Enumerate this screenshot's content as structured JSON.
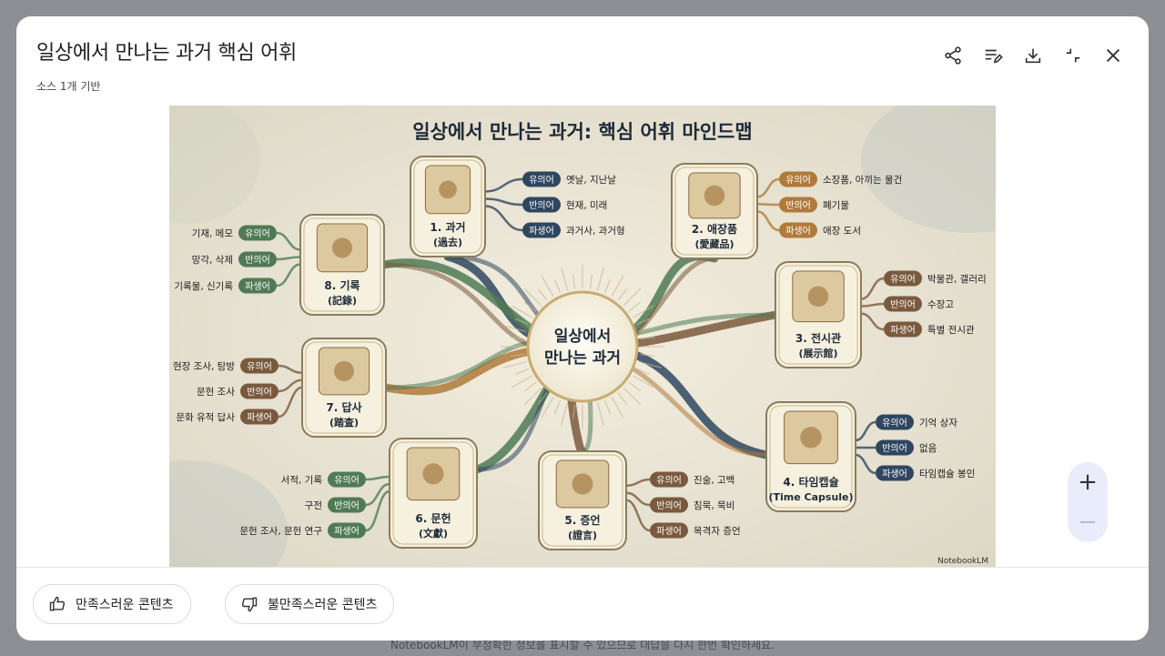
{
  "footer_disclaimer": "NotebookLM이 부정확한 정보를 표시할 수 있으므로 대답을 다시 한번 확인하세요.",
  "modal": {
    "title": "일상에서 만나는 과거 핵심 어휘",
    "subtitle": "소스 1개 기반"
  },
  "toolbar": {
    "share_icon": "share-icon",
    "edit_icon": "edit-notes-icon",
    "download_icon": "download-icon",
    "collapse_icon": "collapse-icon",
    "close_icon": "close-icon"
  },
  "infographic": {
    "title": "일상에서 만나는 과거: 핵심 어휘 마인드맵",
    "center": [
      "일상에서",
      "만나는 과거"
    ],
    "watermark": "NotebookLM",
    "relation_labels": {
      "syn": "유의어",
      "ant": "반의어",
      "der": "파생어"
    },
    "nodes": [
      {
        "title": "1. 과거",
        "hanja": "(過去)",
        "syn": "옛날, 지난날",
        "ant": "현재, 미래",
        "der": "과거사, 과거형"
      },
      {
        "title": "2. 애장품",
        "hanja": "(愛藏品)",
        "syn": "소장품, 아끼는 물건",
        "ant": "폐기물",
        "der": "애장 도서"
      },
      {
        "title": "3. 전시관",
        "hanja": "(展示館)",
        "syn": "박물관, 갤러리",
        "ant": "수장고",
        "der": "특별 전시관"
      },
      {
        "title": "4. 타임캡슐",
        "hanja": "(Time Capsule)",
        "syn": "기억 상자",
        "ant": "없음",
        "der": "타임캡슐 봉인"
      },
      {
        "title": "5. 증언",
        "hanja": "(證言)",
        "syn": "진술, 고백",
        "ant": "침묵, 묵비",
        "der": "목격자 증언"
      },
      {
        "title": "6. 문헌",
        "hanja": "(文獻)",
        "syn": "서적, 기록",
        "ant": "구전",
        "der": "문헌 조사, 문헌 연구"
      },
      {
        "title": "7. 답사",
        "hanja": "(踏査)",
        "syn": "현장 조사, 탐방",
        "ant": "문헌 조사",
        "der": "문화 유적 답사"
      },
      {
        "title": "8. 기록",
        "hanja": "(記錄)",
        "syn": "기재, 메모",
        "ant": "망각, 삭제",
        "der": "기록물, 신기록"
      }
    ]
  },
  "zoom": {
    "in": "+",
    "out": "−"
  },
  "feedback": {
    "like_label": "만족스러운 콘텐츠",
    "dislike_label": "불만족스러운 콘텐츠"
  },
  "colors": {
    "backdrop": "#8e8f94",
    "syn_green": "#4f7a55",
    "ant_navy": "#2f4660",
    "der_brown": "#7a5a3e",
    "gold": "#b07a3a"
  }
}
